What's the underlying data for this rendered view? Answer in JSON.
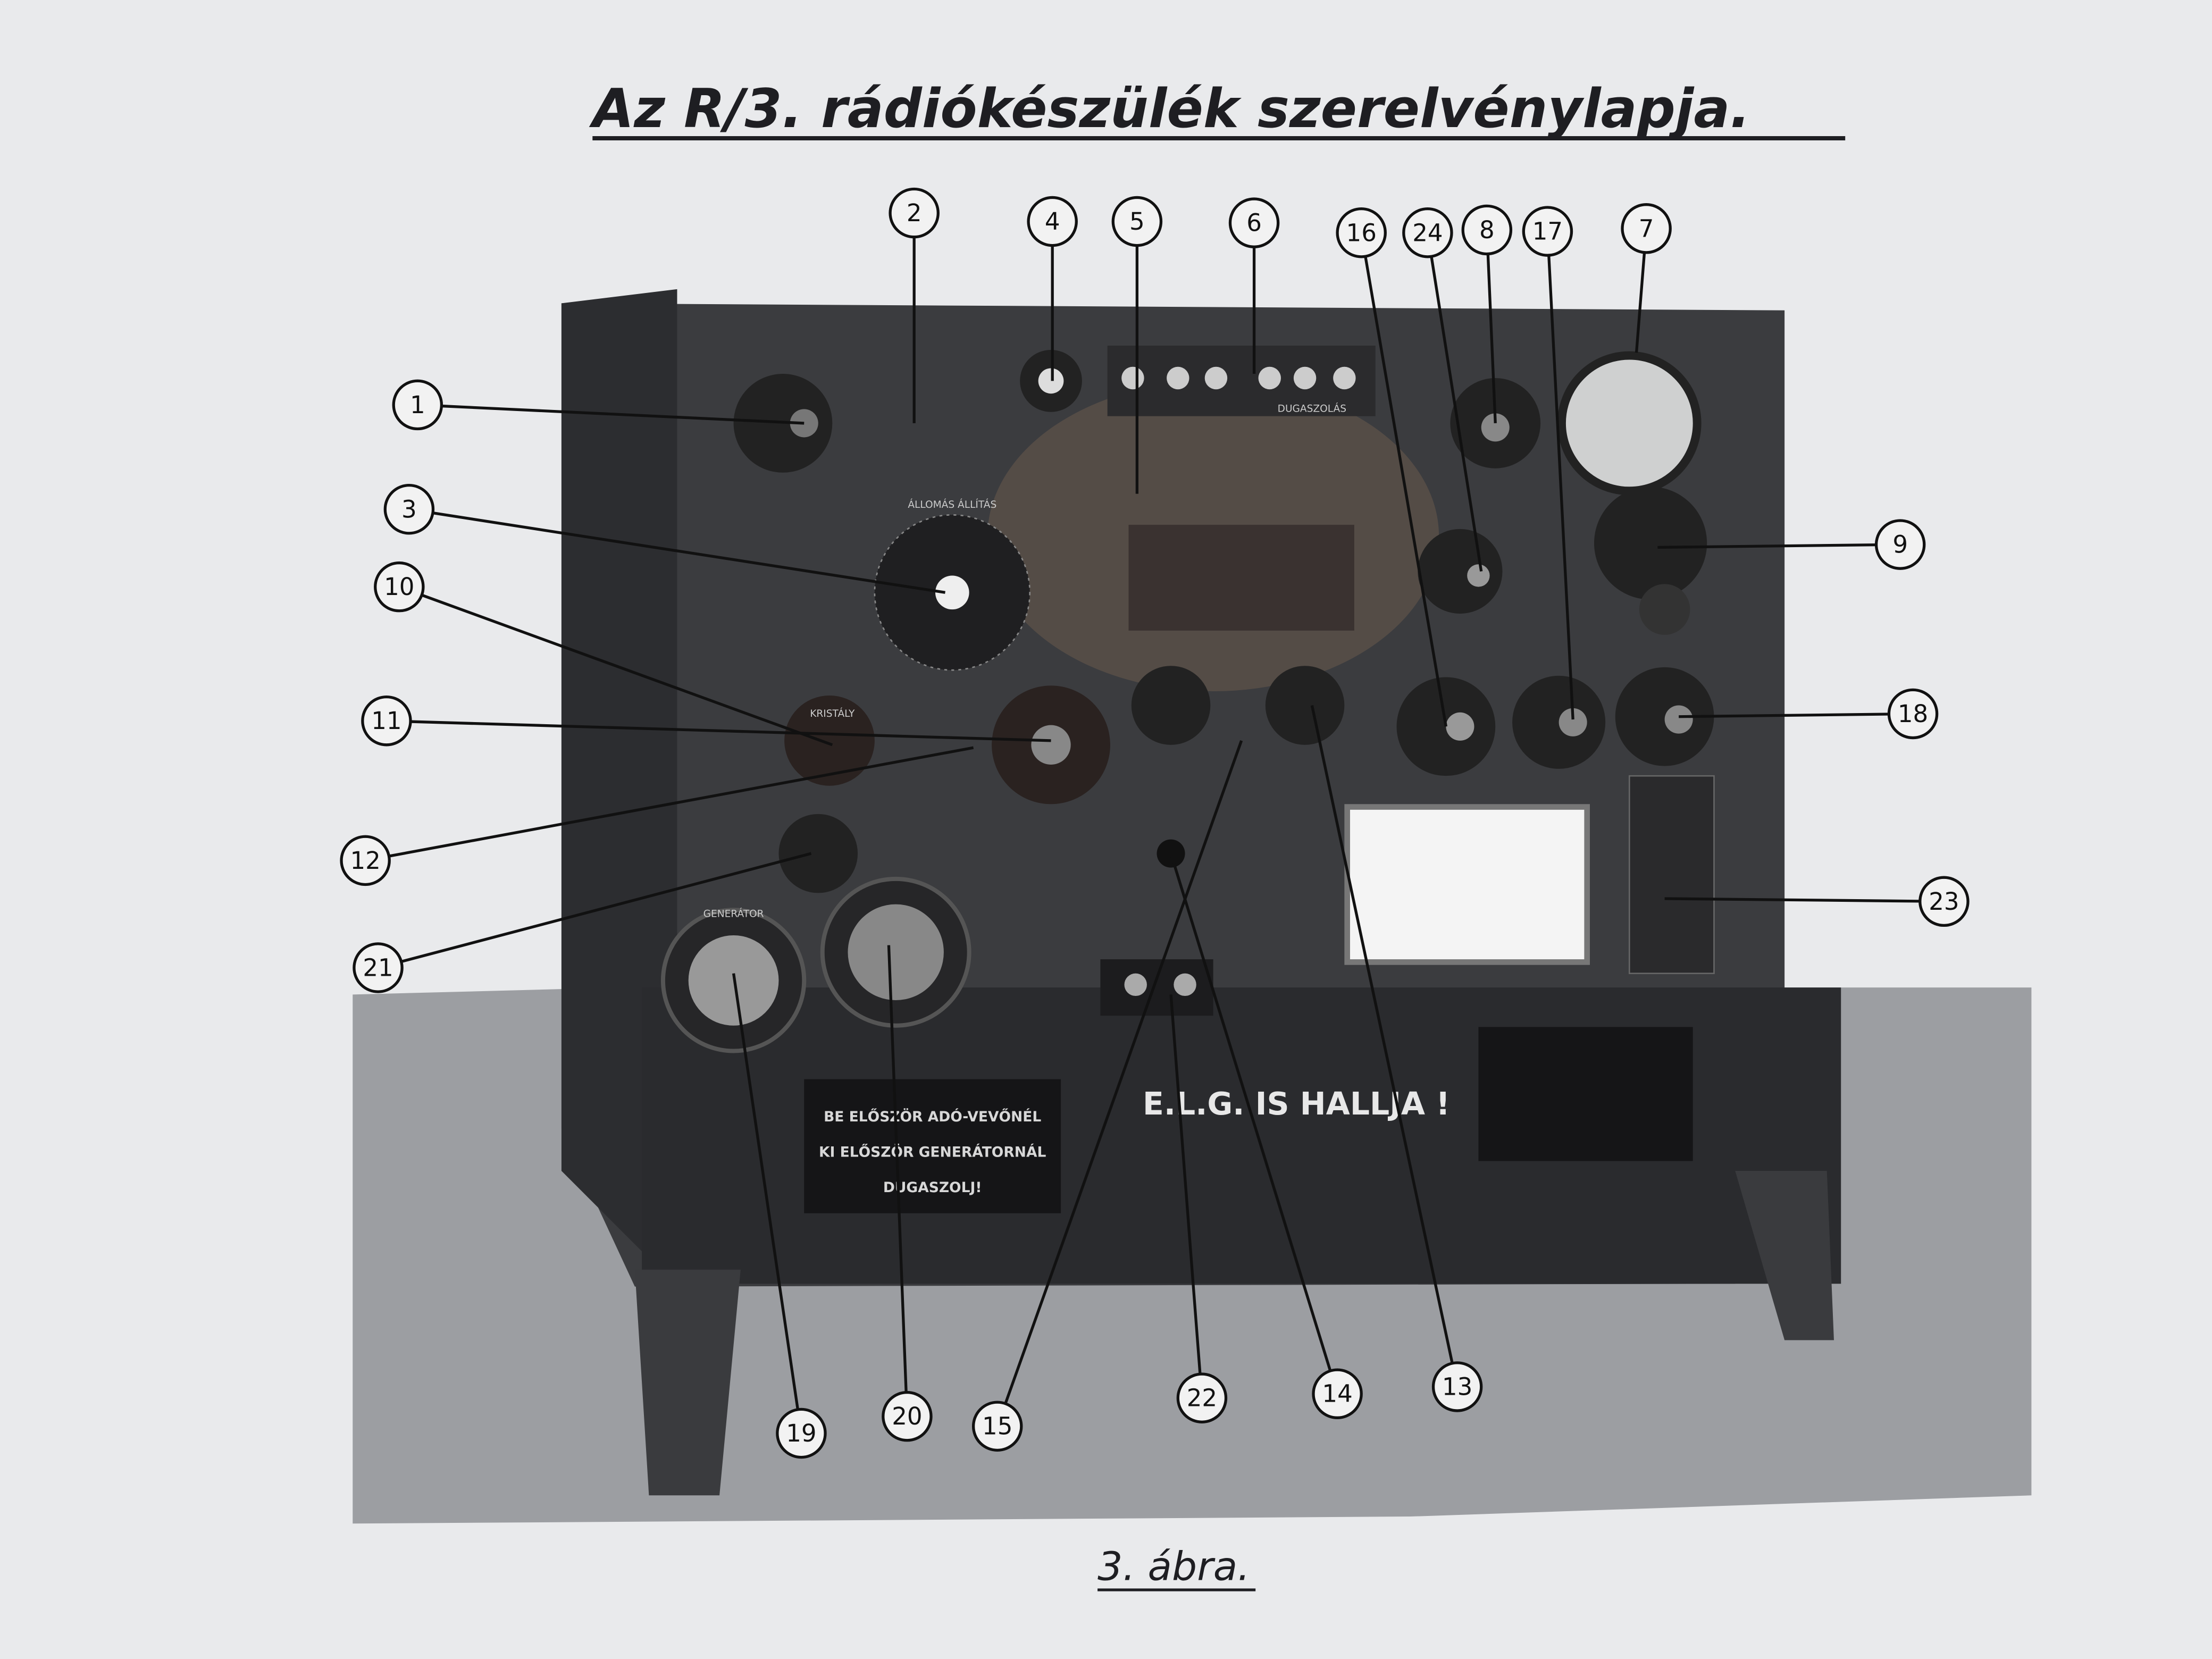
{
  "title": "Az R/3. rádiókészülék szerelvénylapja.",
  "caption": "3. ábra.",
  "panel_labels": {
    "kristaly": "KRISTÁLY",
    "generator": "GENERÁTOR",
    "dugaszolas": "DUGASZOLÁS",
    "allomas": "ÁLLOMÁS ÁLLÍTÁS"
  },
  "warning_plaque": [
    "BE ELŐSZÖR ADÓ-VEVŐNÉL",
    "KI ELŐSZÖR GENERÁTORNÁL",
    "DUGASZOLJ!"
  ],
  "elg_sign": "E.L.G. IS HALLJA !",
  "callouts": [
    "1",
    "2",
    "3",
    "4",
    "5",
    "6",
    "16",
    "24",
    "8",
    "17",
    "7",
    "9",
    "10",
    "11",
    "12",
    "18",
    "23",
    "21",
    "19",
    "20",
    "15",
    "22",
    "14",
    "13"
  ]
}
